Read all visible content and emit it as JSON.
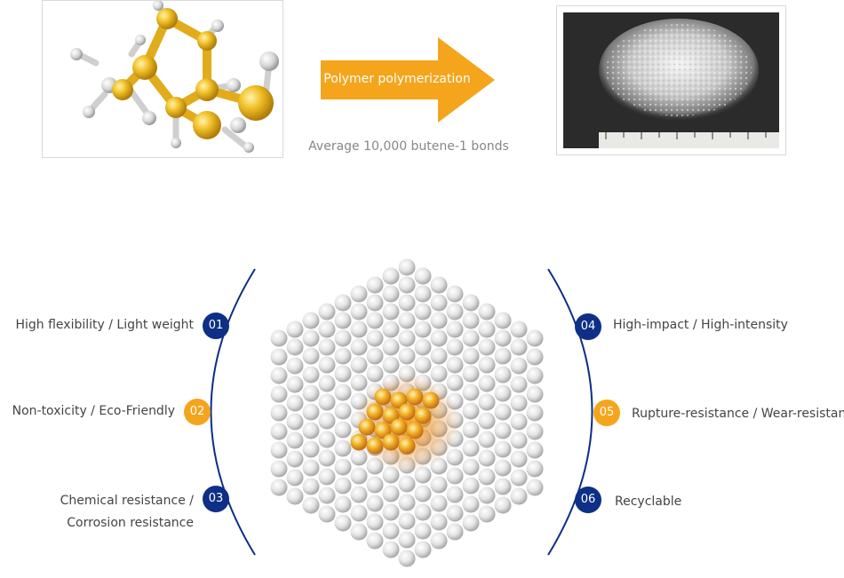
{
  "polymerization": {
    "arrow_label": "Polymer polymerization",
    "note": "Average 10,000 butene-1 bonds"
  },
  "images": {
    "molecule": "molecule-model",
    "pellets": "pb-1-pellets-with-ruler"
  },
  "colors": {
    "arrow": "#f5a51c",
    "badge_blue": "#0e2f86",
    "badge_orange": "#f5a51c",
    "arc": "#0e2f86"
  },
  "features": [
    {
      "num": "01",
      "text": "High flexibility / Light weight"
    },
    {
      "num": "02",
      "text": "Non-toxicity /  Eco-Friendly"
    },
    {
      "num": "03",
      "line1": "Chemical resistance /",
      "line2": "Corrosion resistance"
    },
    {
      "num": "04",
      "text": "High-impact / High-intensity"
    },
    {
      "num": "05",
      "text": "Rupture-resistance / Wear-resistance"
    },
    {
      "num": "06",
      "text": "Recyclable"
    }
  ]
}
